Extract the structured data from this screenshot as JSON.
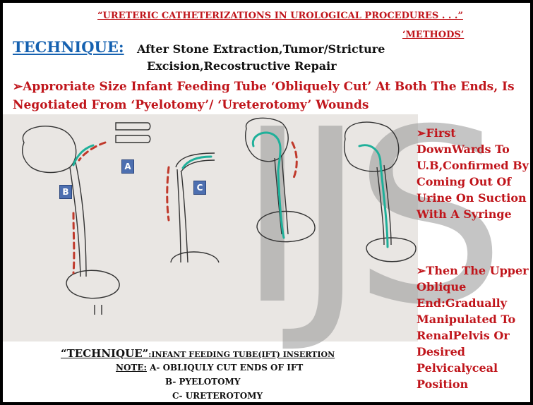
{
  "slide": {
    "title": "“URETERIC CATHETERIZATIONS IN UROLOGICAL PROCEDURES . . .”",
    "methods": "‘METHODS’",
    "technique_label": "TECHNIQUE:",
    "technique_text_line1": "After Stone Extraction,Tumor/Stricture",
    "technique_text_line2": "Excision,Recostructive Repair",
    "bullet_main": "➢Approriate Size Infant Feeding Tube ‘Obliquely Cut’ At Both The Ends,  Is Negotiated From ‘Pyelotomy’/ ‘Ureterotomy’ Wounds",
    "side_bullet_1": "➢First DownWards To U.B,Confirmed By Coming Out Of Urine On Suction With A Syringe",
    "side_bullet_2": "➢Then The Upper Oblique End:Gradually Manipulated To RenalPelvis Or Desired Pelvicalyceal Position",
    "caption_main": "“TECHNIQUE”",
    "caption_rest": ":INFANT FEEDING TUBE(IFT) INSERTION",
    "note_label": "NOTE:",
    "note_a": " A- OBLIQULY CUT ENDS OF IFT",
    "note_b": "B-  PYELOTOMY",
    "note_c": "C-  URETEROTOMY",
    "watermark": "IJS",
    "labels": {
      "a": "A",
      "b": "B",
      "c": "C"
    }
  },
  "colors": {
    "title_red": "#c0151b",
    "technique_blue": "#1561b0",
    "tube_teal": "#1fb09a",
    "arrow_red": "#c0392b",
    "label_box": "#4d6fb0"
  }
}
